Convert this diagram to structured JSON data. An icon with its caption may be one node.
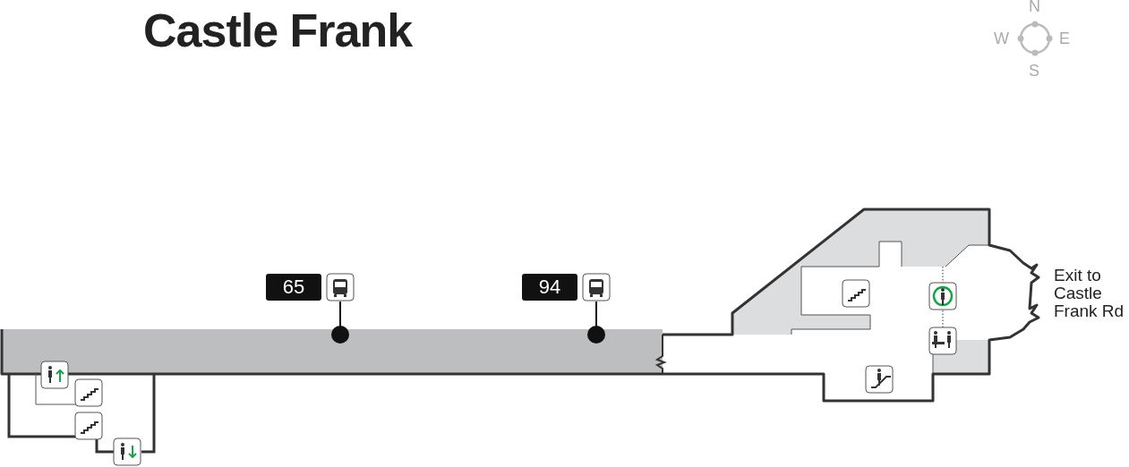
{
  "diagram": {
    "title": "Castle Frank",
    "labels": [
      "N",
      "W",
      "E",
      "S",
      "65",
      "94",
      "Exit to Castle Frank Rd"
    ]
  }
}
